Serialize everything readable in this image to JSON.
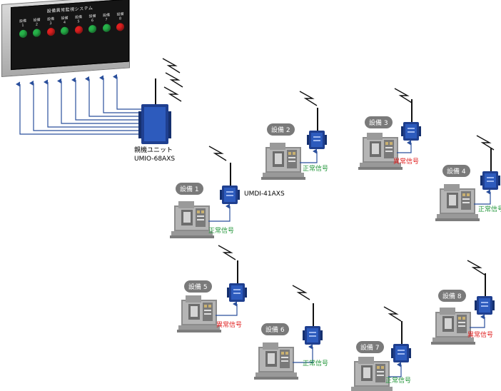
{
  "board": {
    "title": "設備異常監視システム",
    "lamps": [
      {
        "name": "設備",
        "num": "1",
        "color": "#27b34a"
      },
      {
        "name": "設備",
        "num": "2",
        "color": "#27b34a"
      },
      {
        "name": "設備",
        "num": "3",
        "color": "#e02020"
      },
      {
        "name": "設備",
        "num": "4",
        "color": "#27b34a"
      },
      {
        "name": "設備",
        "num": "5",
        "color": "#e02020"
      },
      {
        "name": "設備",
        "num": "6",
        "color": "#27b34a"
      },
      {
        "name": "設備",
        "num": "7",
        "color": "#27b34a"
      },
      {
        "name": "設備",
        "num": "8",
        "color": "#e02020"
      }
    ]
  },
  "parent_unit": {
    "line1": "親機ユニット",
    "line2": "UMIO-68AXS"
  },
  "child_unit_model": "UMDI-41AXS",
  "equipment": [
    {
      "label": "設備 1",
      "signal": "正常信号",
      "status": "normal"
    },
    {
      "label": "設備 2",
      "signal": "正常信号",
      "status": "normal"
    },
    {
      "label": "設備 3",
      "signal": "異常信号",
      "status": "abnormal"
    },
    {
      "label": "設備 4",
      "signal": "正常信号",
      "status": "normal"
    },
    {
      "label": "設備 5",
      "signal": "異常信号",
      "status": "abnormal"
    },
    {
      "label": "設備 6",
      "signal": "正常信号",
      "status": "normal"
    },
    {
      "label": "設備 7",
      "signal": "正常信号",
      "status": "normal"
    },
    {
      "label": "設備 8",
      "signal": "異常信号",
      "status": "abnormal"
    }
  ],
  "colors": {
    "normal": "#22963a",
    "abnormal": "#e01e1e",
    "wire": "#2a4f9c",
    "device": "#1f3f8f"
  }
}
